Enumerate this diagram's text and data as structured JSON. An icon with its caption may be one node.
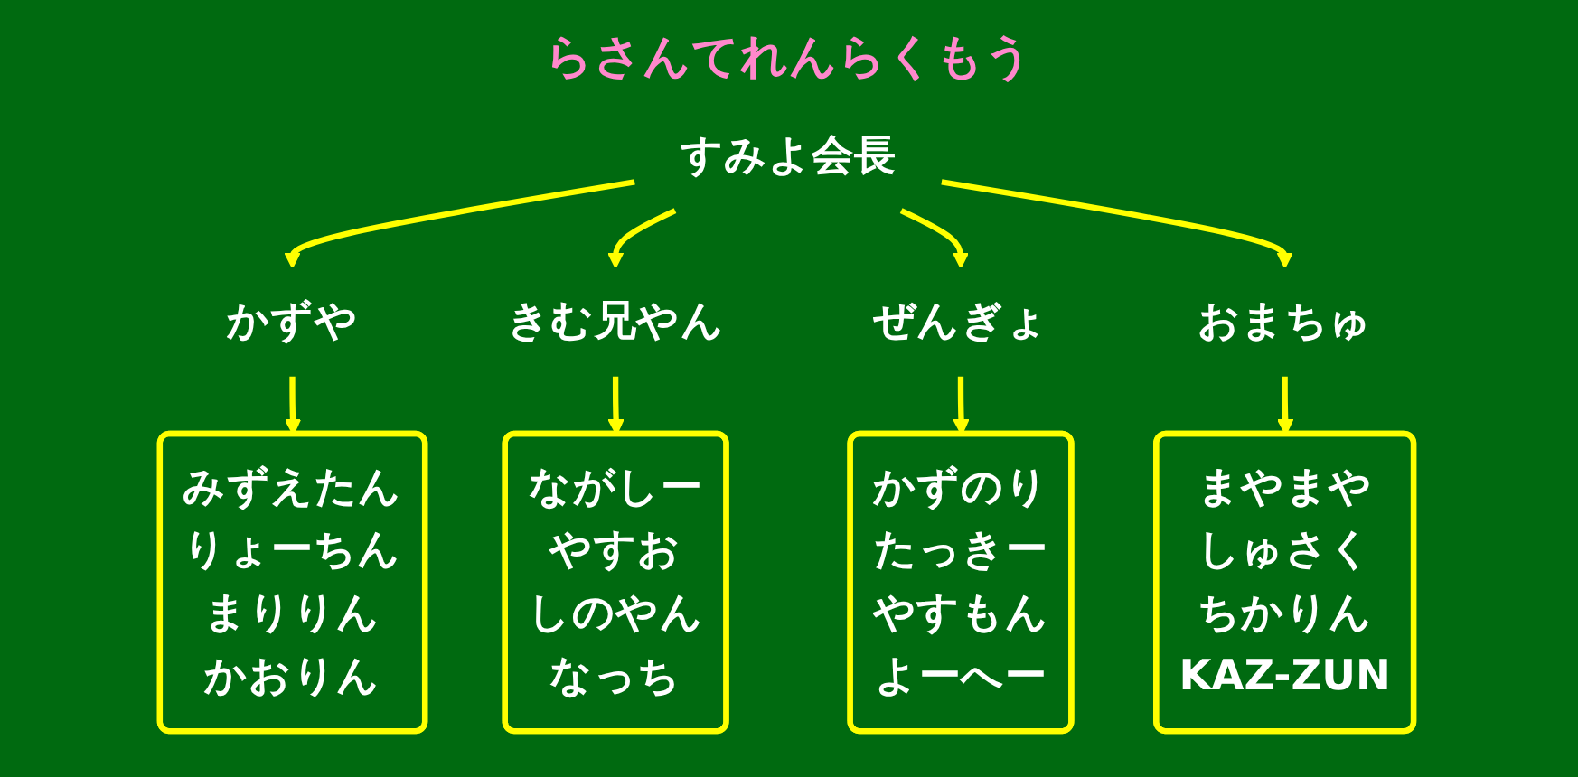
{
  "diagram": {
    "title": "らさんてれんらくもう",
    "nodes": [
      {
        "text": [
          "すみよ会長"
        ]
      },
      {
        "text": [
          "かずや"
        ]
      },
      {
        "text": [
          "きむ兄やん"
        ]
      },
      {
        "text": [
          "ぜんぎょ"
        ]
      },
      {
        "text": [
          "おまちゅ"
        ]
      },
      {
        "text": [
          "みずえたん",
          "りょーちん",
          "まりりん",
          "かおりん"
        ]
      },
      {
        "text": [
          "ながしー",
          "やすお",
          "しのやん",
          "なっち"
        ]
      },
      {
        "text": [
          "かずのり",
          "たっきー",
          "やすもん",
          "よーへー"
        ]
      },
      {
        "text": [
          "まやまや",
          "しゅさく",
          "ちかりん",
          "KAZ-ZUN"
        ]
      }
    ],
    "edges": [
      {
        "from": 0,
        "to": 1,
        "arrow": "to"
      },
      {
        "from": 0,
        "to": 2,
        "arrow": "to"
      },
      {
        "from": 0,
        "to": 3,
        "arrow": "to"
      },
      {
        "from": 0,
        "to": 4,
        "arrow": "to"
      },
      {
        "from": 1,
        "to": 5,
        "arrow": "to"
      },
      {
        "from": 2,
        "to": 6,
        "arrow": "to"
      },
      {
        "from": 3,
        "to": 7,
        "arrow": "to"
      },
      {
        "from": 4,
        "to": 8,
        "arrow": "to"
      }
    ]
  }
}
